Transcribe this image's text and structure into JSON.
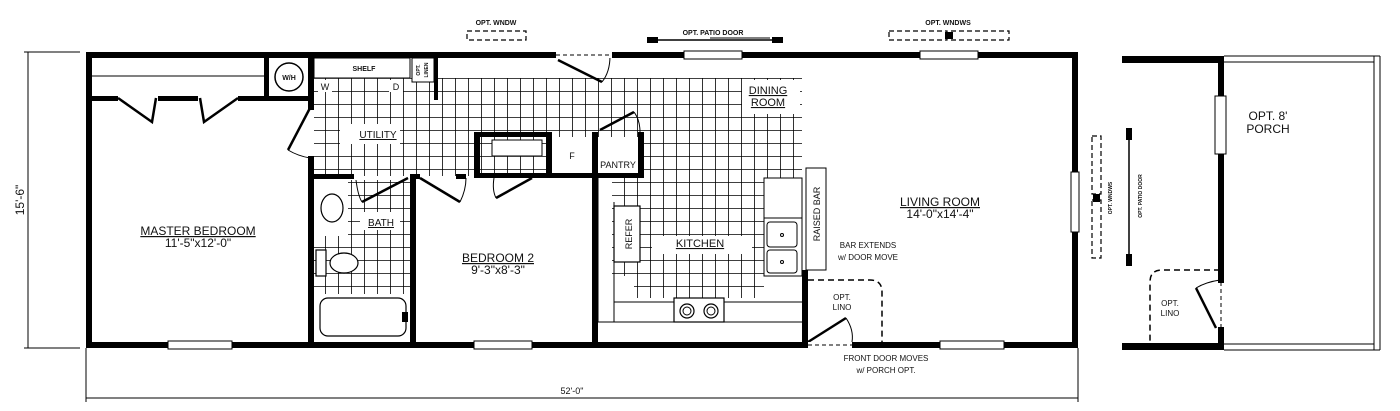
{
  "plan": {
    "overall_width": "52'-0\"",
    "overall_depth": "15'-6\""
  },
  "rooms": {
    "master_bedroom": {
      "name": "MASTER BEDROOM",
      "size": "11'-5\"x12'-0\""
    },
    "bedroom_2": {
      "name": "BEDROOM 2",
      "size": "9'-3\"x8'-3\""
    },
    "living_room": {
      "name": "LIVING ROOM",
      "size": "14'-0\"x14'-4\""
    },
    "kitchen": {
      "name": "KITCHEN"
    },
    "dining_room": {
      "line1": "DINING",
      "line2": "ROOM"
    },
    "utility": {
      "name": "UTILITY"
    },
    "bath": {
      "name": "BATH"
    },
    "pantry": {
      "name": "PANTRY"
    }
  },
  "fixtures": {
    "water_heater": "W/H",
    "shelf": "SHELF",
    "washer": "W",
    "dryer": "D",
    "opt_linen_1": "OPT.",
    "opt_linen_2": "LINEN",
    "furnace": "F",
    "refer": "REFER",
    "raised_bar": "RAISED BAR"
  },
  "options": {
    "opt_window": "OPT. WNDW",
    "opt_patio_door_top": "OPT. PATIO DOOR",
    "opt_windows_top": "OPT. WNDWS",
    "opt_windows_side": "OPT. WNDWS",
    "opt_patio_door_side": "OPT. PATIO DOOR",
    "bar_extends_1": "BAR EXTENDS",
    "bar_extends_2": "w/ DOOR MOVE",
    "opt_lino_1": "OPT.",
    "opt_lino_2": "LINO",
    "front_door_1": "FRONT DOOR MOVES",
    "front_door_2": "w/ PORCH OPT.",
    "porch_1": "OPT. 8'",
    "porch_2": "PORCH",
    "porch_lino_1": "OPT.",
    "porch_lino_2": "LINO"
  }
}
